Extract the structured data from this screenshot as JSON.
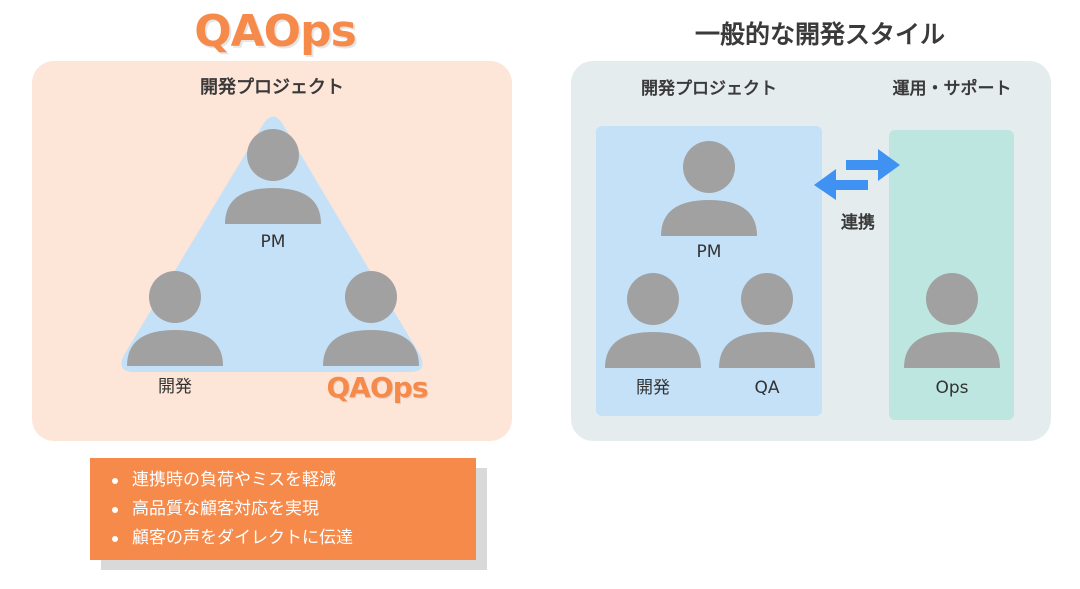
{
  "left": {
    "title": "QAOps",
    "heading": "開発プロジェクト",
    "roles": {
      "pm": "PM",
      "dev": "開発",
      "qaops": "QAOps"
    },
    "benefits": [
      "連携時の負荷やミスを軽減",
      "高品質な顧客対応を実現",
      "顧客の声をダイレクトに伝達"
    ]
  },
  "right": {
    "title": "一般的な開発スタイル",
    "dev_heading": "開発プロジェクト",
    "ops_heading": "運用・サポート",
    "roles": {
      "pm": "PM",
      "dev": "開発",
      "qa": "QA",
      "ops": "Ops"
    },
    "link_label": "連携"
  },
  "colors": {
    "accent_orange": "#f58a4b",
    "left_panel_bg": "#fde5d8",
    "triangle_blue": "#c4e1f8",
    "right_panel_bg": "#e5ecee",
    "dev_box_blue": "#c4e1f8",
    "ops_box_teal": "#bce6df",
    "arrow_blue": "#3f91f2",
    "person_gray": "#a1a1a1"
  },
  "icons": {
    "person": "person-icon",
    "arrows": "bidirectional-arrows-icon"
  }
}
